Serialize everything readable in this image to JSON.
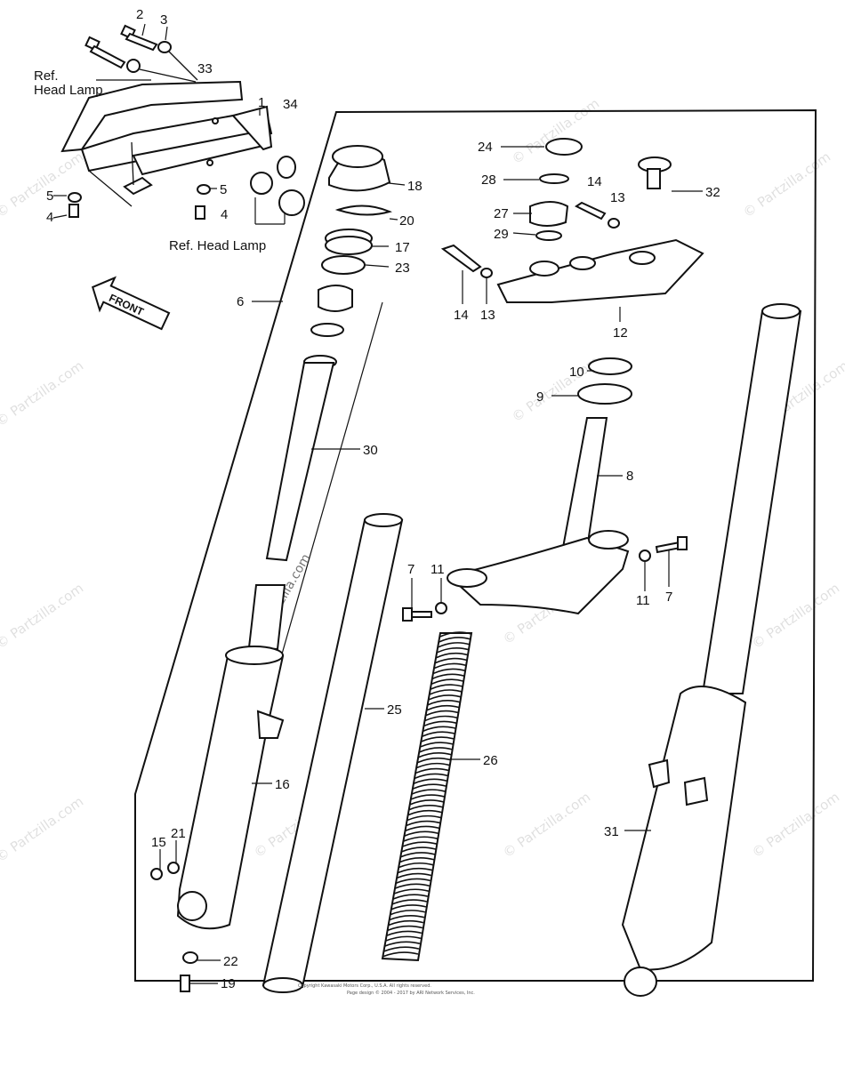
{
  "diagram": {
    "callouts": [
      {
        "text": "2"
      },
      {
        "text": "3"
      },
      {
        "text": "33"
      },
      {
        "text": "1"
      },
      {
        "text": "34"
      },
      {
        "text": "5"
      },
      {
        "text": "4"
      },
      {
        "text": "5"
      },
      {
        "text": "4"
      },
      {
        "text": "18"
      },
      {
        "text": "20"
      },
      {
        "text": "17"
      },
      {
        "text": "23"
      },
      {
        "text": "6"
      },
      {
        "text": "24"
      },
      {
        "text": "28"
      },
      {
        "text": "14"
      },
      {
        "text": "13"
      },
      {
        "text": "32"
      },
      {
        "text": "27"
      },
      {
        "text": "29"
      },
      {
        "text": "14"
      },
      {
        "text": "13"
      },
      {
        "text": "12"
      },
      {
        "text": "10"
      },
      {
        "text": "9"
      },
      {
        "text": "8"
      },
      {
        "text": "30"
      },
      {
        "text": "7"
      },
      {
        "text": "11"
      },
      {
        "text": "11"
      },
      {
        "text": "7"
      },
      {
        "text": "25"
      },
      {
        "text": "26"
      },
      {
        "text": "16"
      },
      {
        "text": "31"
      },
      {
        "text": "15"
      },
      {
        "text": "21"
      },
      {
        "text": "22"
      },
      {
        "text": "19"
      }
    ],
    "refs": {
      "ref_line1": "Ref.",
      "ref_line2": "Head Lamp",
      "ref_bottom": "Ref.  Head Lamp"
    },
    "front_arrow": "FRONT",
    "watermark": "© Partzilla.com",
    "footer_line1": "Copyright Kawasaki Motors Corp., U.S.A. All rights reserved.",
    "footer_line2": "Page design © 2004 - 2017 by ARI Network Services, Inc."
  }
}
